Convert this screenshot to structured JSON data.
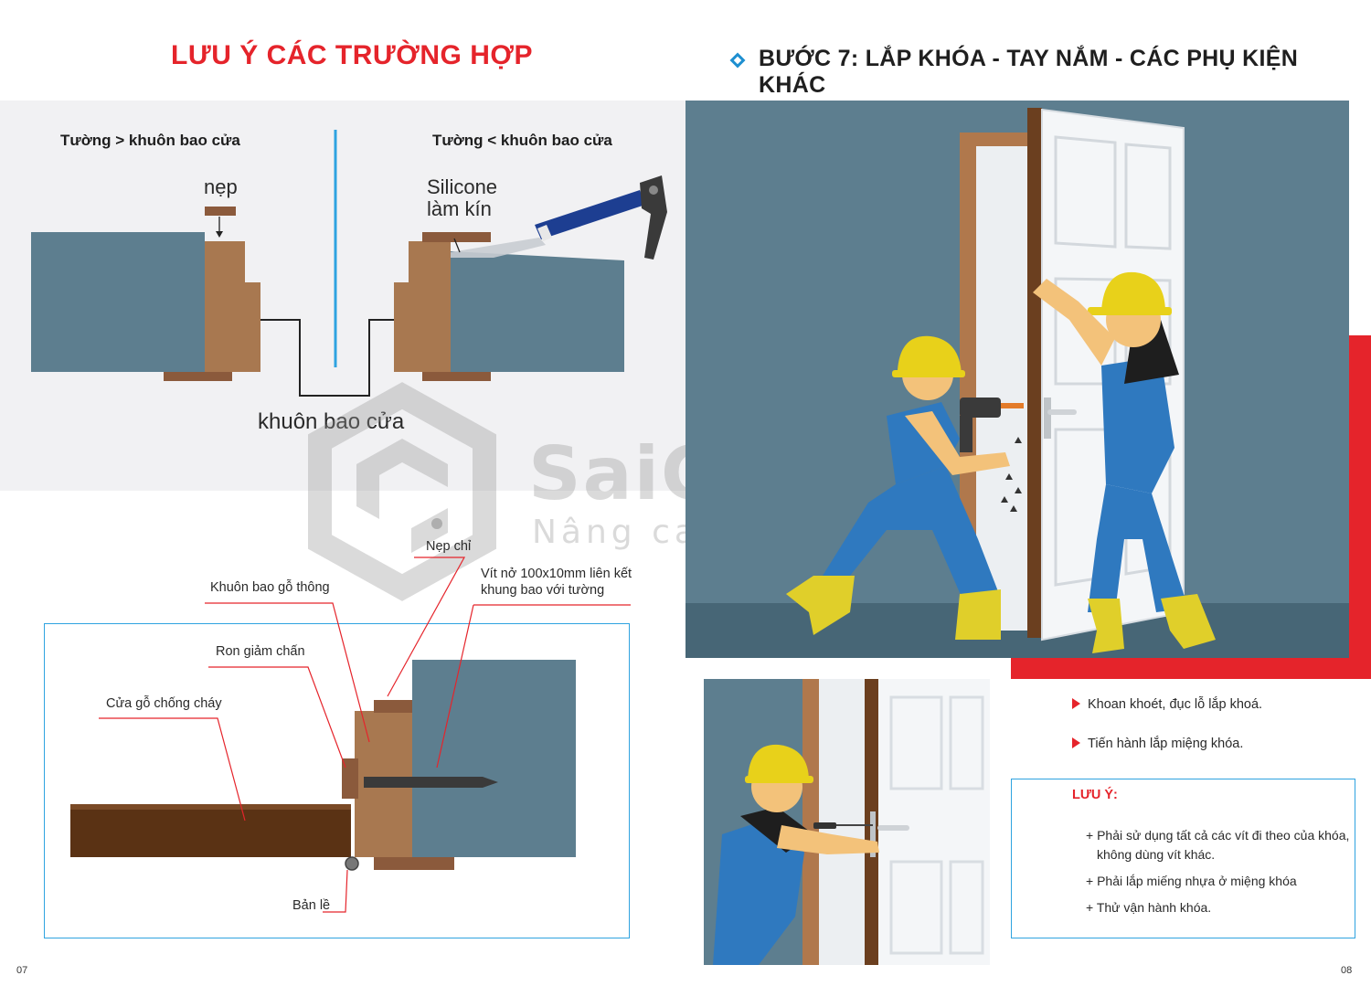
{
  "left_page": {
    "title": "LƯU Ý CÁC TRƯỜNG HỢP",
    "case_wall_bigger": "Tường > khuôn bao cửa",
    "case_wall_smaller": "Tường < khuôn bao cửa",
    "nep_label": "nẹp",
    "silicone_line1": "Silicone",
    "silicone_line2": "làm kín",
    "frame_label": "khuôn bao cửa",
    "detail": {
      "nep_chi": "Nẹp chỉ",
      "khuon_bao": "Khuôn bao gỗ thông",
      "vit_line1": "Vít nở 100x10mm liên kết",
      "vit_line2": "khung bao với tường",
      "ron": "Ron giảm chấn",
      "cua_go": "Cửa gỗ chống cháy",
      "ban_le": "Bản lề"
    },
    "page_number": "07"
  },
  "watermark": {
    "brand": "SaiGonDoor",
    "slogan": "Nâng cao giá trị cuộc sống"
  },
  "right_page": {
    "step_title": "BƯỚC 7: LẮP KHÓA - TAY NẮM - CÁC PHỤ KIỆN KHÁC",
    "bullets": [
      "Khoan khoét, đục lỗ lắp khoá.",
      "Tiến hành lắp miệng khóa."
    ],
    "note_title": "LƯU Ý:",
    "notes": [
      "+ Phải sử dụng tất cả các vít đi theo của khóa,",
      "không dùng vít khác.",
      "+ Phải lắp miếng nhựa ở miệng khóa",
      "+ Thử vận hành khóa."
    ],
    "page_number": "08"
  },
  "colors": {
    "accent_red": "#e5242b",
    "accent_blue": "#2fa3e0",
    "wall": "#5d7e8f",
    "wood": "#a87850",
    "wood_dark": "#8b5a3c",
    "door_leaf": "#5a3214",
    "helmet": "#e8d11a",
    "overall": "#2f79bf"
  }
}
